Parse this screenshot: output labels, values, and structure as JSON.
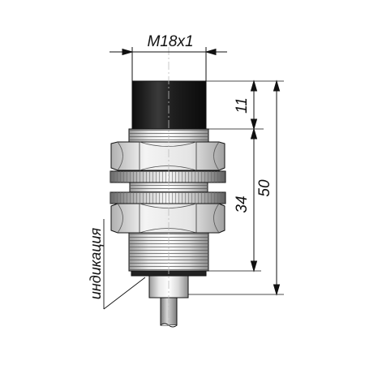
{
  "dimensions": {
    "thread": "M18x1",
    "sensing_head_length": "11",
    "body_length": "34",
    "total_length": "50"
  },
  "annotation": {
    "indicator_label": "индикация"
  },
  "colors": {
    "line": "#111111",
    "sensing_face": "#1a1a1a",
    "metal_light": "#f2f2f2",
    "metal_mid": "#c8c8c8",
    "metal_dark": "#8a8a8a"
  }
}
